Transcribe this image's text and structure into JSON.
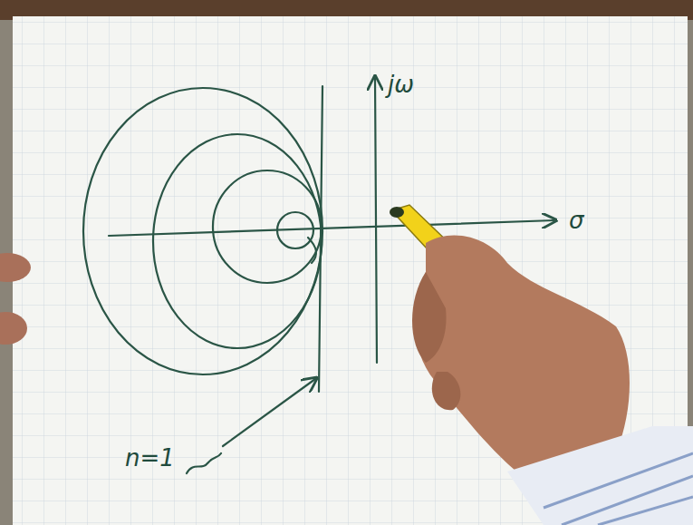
{
  "diagram": {
    "labels": [
      "jω",
      "σ",
      "n=1"
    ]
  }
}
